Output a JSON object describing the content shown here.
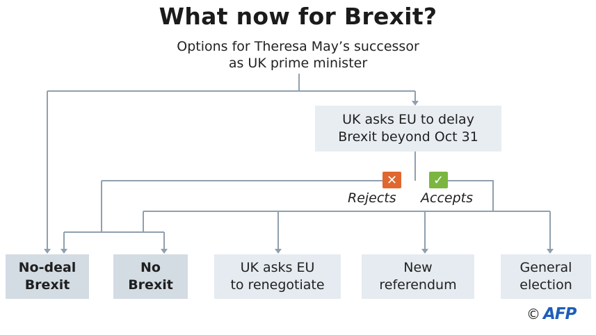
{
  "title": "What now for Brexit?",
  "subtitle": [
    "Options for Theresa May’s successor",
    "as UK prime minister"
  ],
  "delay_box": [
    "UK asks EU to delay",
    "Brexit beyond Oct 31"
  ],
  "branches": {
    "reject": {
      "label": "Rejects",
      "icon": "cross-icon",
      "color": "#e0672f"
    },
    "accept": {
      "label": "Accepts",
      "icon": "check-icon",
      "color": "#7ab640"
    }
  },
  "outcomes": [
    {
      "lines": [
        "No-deal",
        "Brexit"
      ],
      "emphasis": true
    },
    {
      "lines": [
        "No",
        "Brexit"
      ],
      "emphasis": true
    },
    {
      "lines": [
        "UK asks EU",
        "to renegotiate"
      ],
      "emphasis": false
    },
    {
      "lines": [
        "New",
        "referendum"
      ],
      "emphasis": false
    },
    {
      "lines": [
        "General",
        "election"
      ],
      "emphasis": false
    }
  ],
  "credit": {
    "symbol": "©",
    "logo": "AFP"
  },
  "colors": {
    "lines": "#8f9fad",
    "box": "#e5ebf0",
    "box_emphasis": "#d3dbe3",
    "logo": "#1e5fb8"
  }
}
